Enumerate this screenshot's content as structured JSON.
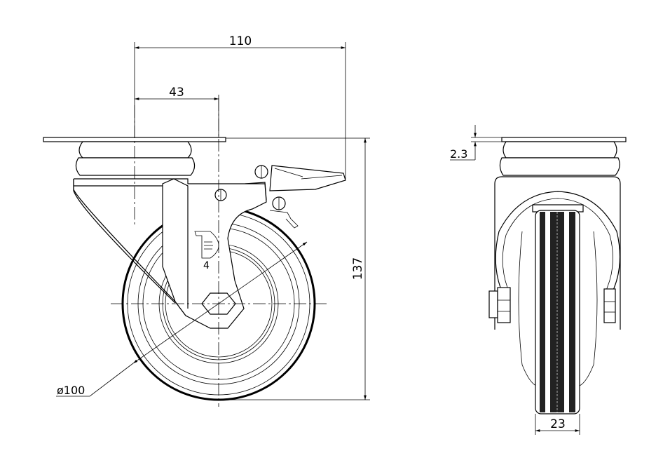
{
  "drawing": {
    "dimensions": {
      "overall_width": "110",
      "offset": "43",
      "overall_height": "137",
      "wheel_diameter": "ø100",
      "plate_thickness": "2.3",
      "wheel_width": "23"
    },
    "logo": {
      "mark": "D",
      "number": "4"
    },
    "colors": {
      "line": "#000000",
      "background": "#ffffff"
    }
  }
}
